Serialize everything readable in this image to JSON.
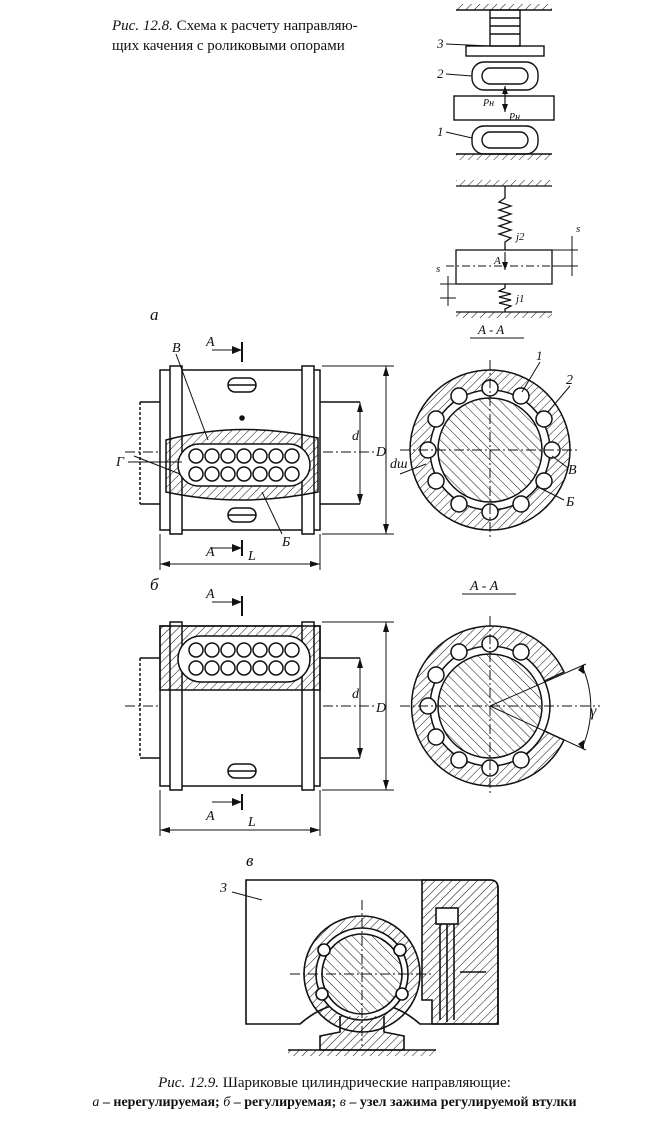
{
  "top_caption": {
    "fig_num": "Рис. 12.8.",
    "line1": "Схема к расчету направляю-",
    "line2": "щих качения с роликовыми опорами"
  },
  "fig128_labels": {
    "part3": "3",
    "part2": "2",
    "part1": "1",
    "force1": "Pн",
    "force2": "Pн",
    "j2": "j2",
    "j1": "j1",
    "s1": "s",
    "s2": "s",
    "A": "A",
    "section": "A - A"
  },
  "panel_a": {
    "letter": "а",
    "section_arrow_top": "A",
    "section_arrow_bottom": "A",
    "label_V": "В",
    "label_G": "Г",
    "label_B": "Б",
    "dim_d": "d",
    "dim_D": "D",
    "dim_L": "L"
  },
  "section_a": {
    "label_1": "1",
    "label_2": "2",
    "label_V": "В",
    "label_B": "Б",
    "dim_dsh": "dш"
  },
  "panel_b": {
    "letter": "б",
    "section_arrow_top": "A",
    "section_arrow_bottom": "A",
    "dim_d": "d",
    "dim_D": "D",
    "dim_L": "L",
    "section": "A - A",
    "angle": "γ"
  },
  "panel_c": {
    "letter": "в",
    "label_3": "3"
  },
  "bottom_caption": {
    "fig_num": "Рис. 12.9.",
    "title": "Шариковые цилиндрические направляющие:",
    "a_letter": "а",
    "a_text": " – нерегулируемая; ",
    "b_letter": "б",
    "b_text": " – регулируемая; ",
    "c_letter": "в",
    "c_text": " – узел зажима регулируемой втулки"
  }
}
